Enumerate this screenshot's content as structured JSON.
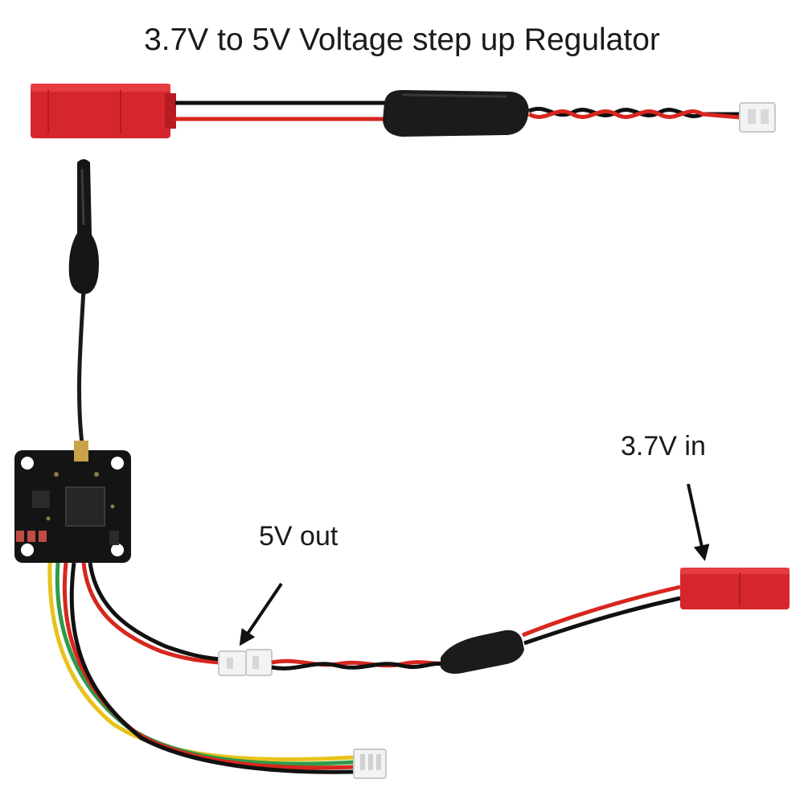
{
  "title": "3.7V to 5V Voltage step up Regulator",
  "labels": {
    "output": "5V out",
    "input": "3.7V in"
  },
  "colors": {
    "background": "#ffffff",
    "connector_red": "#d8262c",
    "wire_red": "#d7261e",
    "wire_black": "#111111",
    "pcb": "#141414",
    "connector_white": "#f2f2f2",
    "wire_yellow": "#e8c21a",
    "wire_green": "#2f9a4a"
  }
}
